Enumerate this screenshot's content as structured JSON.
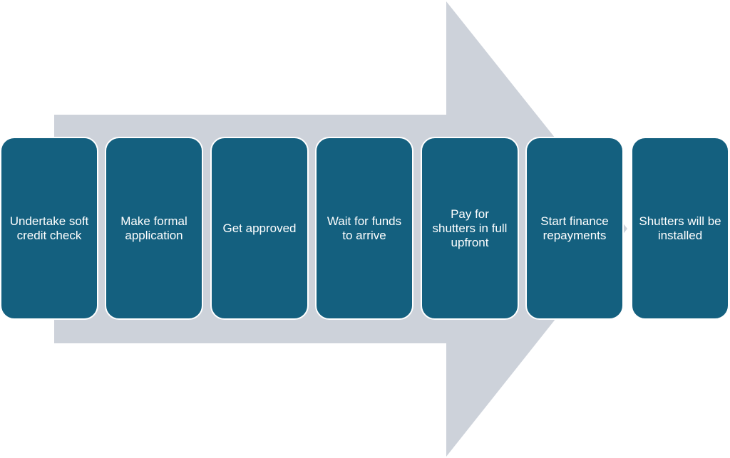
{
  "colors": {
    "arrow": "#cdd2da",
    "box": "#14607f",
    "box_border": "#ffffff",
    "text": "#ffffff"
  },
  "steps": [
    {
      "label": "Undertake soft credit check"
    },
    {
      "label": "Make formal application"
    },
    {
      "label": "Get approved"
    },
    {
      "label": "Wait for funds to arrive"
    },
    {
      "label": "Pay for shutters in full upfront"
    },
    {
      "label": "Start finance repayments"
    },
    {
      "label": "Shutters will be installed"
    }
  ]
}
